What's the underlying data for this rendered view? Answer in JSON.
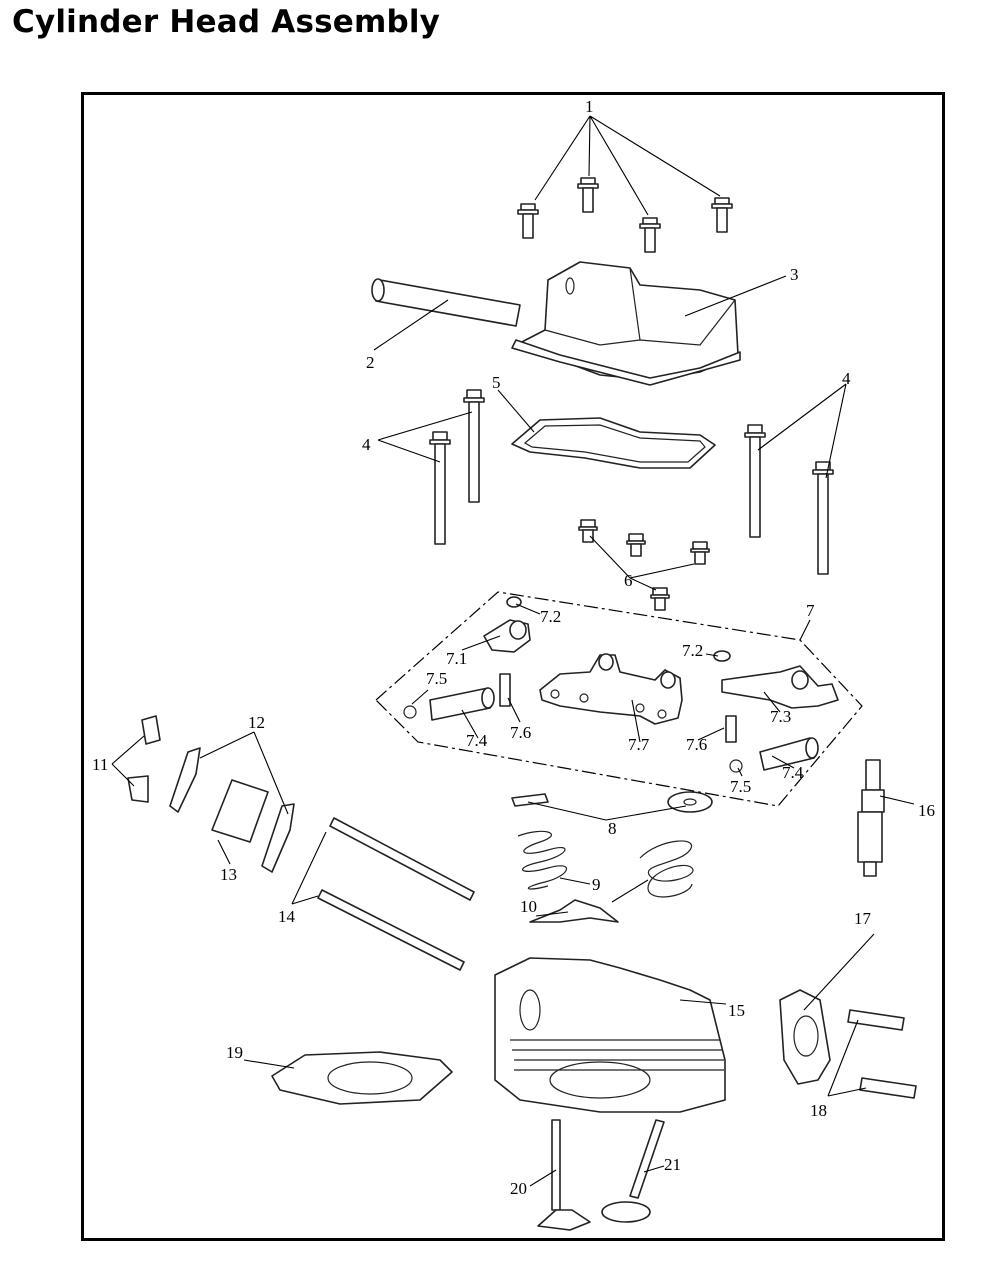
{
  "title": "Cylinder Head Assembly",
  "callouts": {
    "c1": "1",
    "c2": "2",
    "c3": "3",
    "c4a": "4",
    "c4b": "4",
    "c5": "5",
    "c6": "6",
    "c7": "7",
    "c7_1": "7.1",
    "c7_2a": "7.2",
    "c7_2b": "7.2",
    "c7_3": "7.3",
    "c7_4a": "7.4",
    "c7_4b": "7.4",
    "c7_5a": "7.5",
    "c7_5b": "7.5",
    "c7_6a": "7.6",
    "c7_6b": "7.6",
    "c7_7": "7.7",
    "c8": "8",
    "c9": "9",
    "c10": "10",
    "c11": "11",
    "c12": "12",
    "c13": "13",
    "c14": "14",
    "c15": "15",
    "c16": "16",
    "c17": "17",
    "c18": "18",
    "c19": "19",
    "c20": "20",
    "c21": "21"
  }
}
